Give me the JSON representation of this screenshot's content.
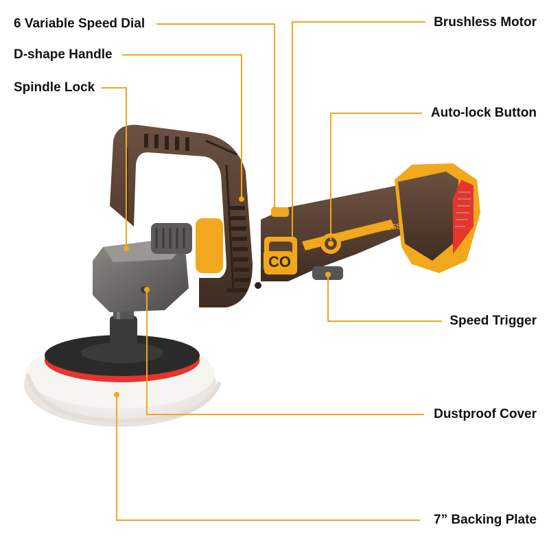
{
  "diagram": {
    "callouts": {
      "speed_dial": "6 Variable Speed Dial",
      "d_handle": "D-shape Handle",
      "spindle_lock": "Spindle Lock",
      "brushless_motor": "Brushless Motor",
      "auto_lock": "Auto-lock Button",
      "speed_trigger": "Speed Trigger",
      "dustproof_cover": "Dustproof Cover",
      "backing_plate": "7” Backing Plate"
    },
    "product": {
      "body_text": "BRUSHLESS",
      "logo_text": "CO"
    },
    "colors": {
      "leader_line": "#f3a61c",
      "body_brown": "#5a4232",
      "accent_yellow": "#f2a81d",
      "metal_gray": "#6f6d6b",
      "pad_red": "#e8342c",
      "wool_white": "#f4f2ef"
    }
  }
}
